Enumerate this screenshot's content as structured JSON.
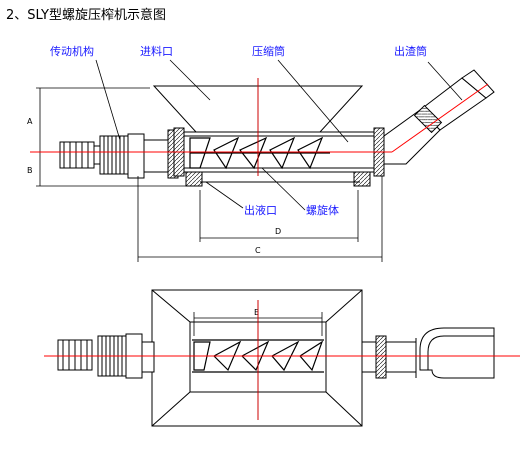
{
  "title": "2、SLY型螺旋压榨机示意图",
  "labels": {
    "drive": "传动机构",
    "inlet": "进料口",
    "barrel": "压缩筒",
    "outlet_slag": "出渣筒",
    "outlet_liquid": "出液口",
    "screw": "螺旋体"
  },
  "dims": {
    "A": "A",
    "B": "B",
    "C": "C",
    "D": "D",
    "E": "E"
  },
  "colors": {
    "line": "#000000",
    "label": "#1a1aff",
    "center": "#ff0000",
    "ref": "#cc0000"
  }
}
